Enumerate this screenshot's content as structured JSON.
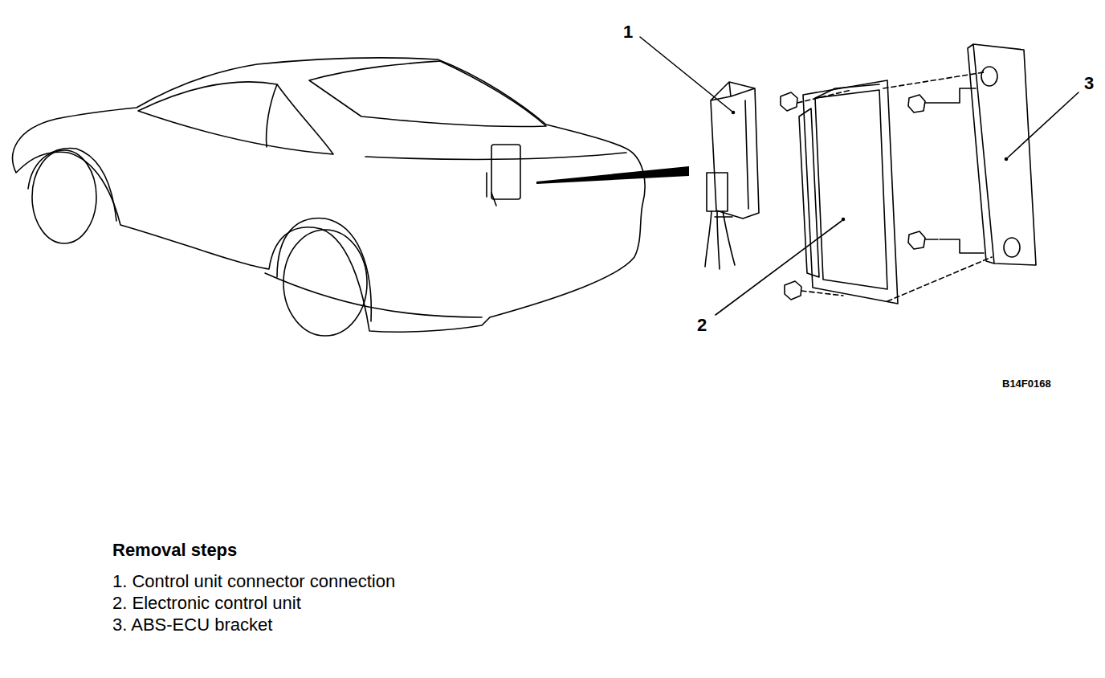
{
  "diagram": {
    "labels": [
      "1",
      "2",
      "3",
      "B14F0168",
      "Removal steps",
      "1. Control unit connector connection",
      "2. Electronic control unit",
      "3. ABS-ECU bracket"
    ]
  }
}
